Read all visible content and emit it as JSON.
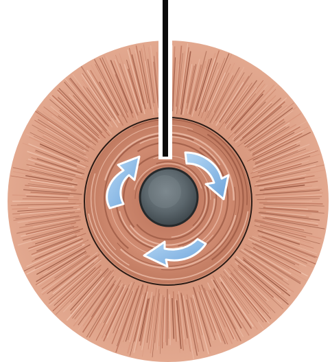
{
  "figure": {
    "subject": "radial-fiber-disc",
    "colors": {
      "background": "#ffffff",
      "fiber_base": "#d8957c",
      "fiber_light": "#efc2ad",
      "fiber_dark": "#b56a52",
      "fiber_shadow": "#9a5742",
      "ring_outline": "#2a1a14",
      "core_fill": "#5f6a70",
      "core_rim": "#26292b",
      "rod": "#0a0a0a",
      "arrow_fill": "#8fc0ea",
      "arrow_edge": "#ffffff",
      "arrow_shade": "#5b94cf"
    },
    "arrows": [
      {
        "name": "arrow-top-left",
        "direction": "clockwise"
      },
      {
        "name": "arrow-top-right",
        "direction": "clockwise"
      },
      {
        "name": "arrow-bottom",
        "direction": "clockwise"
      }
    ]
  }
}
